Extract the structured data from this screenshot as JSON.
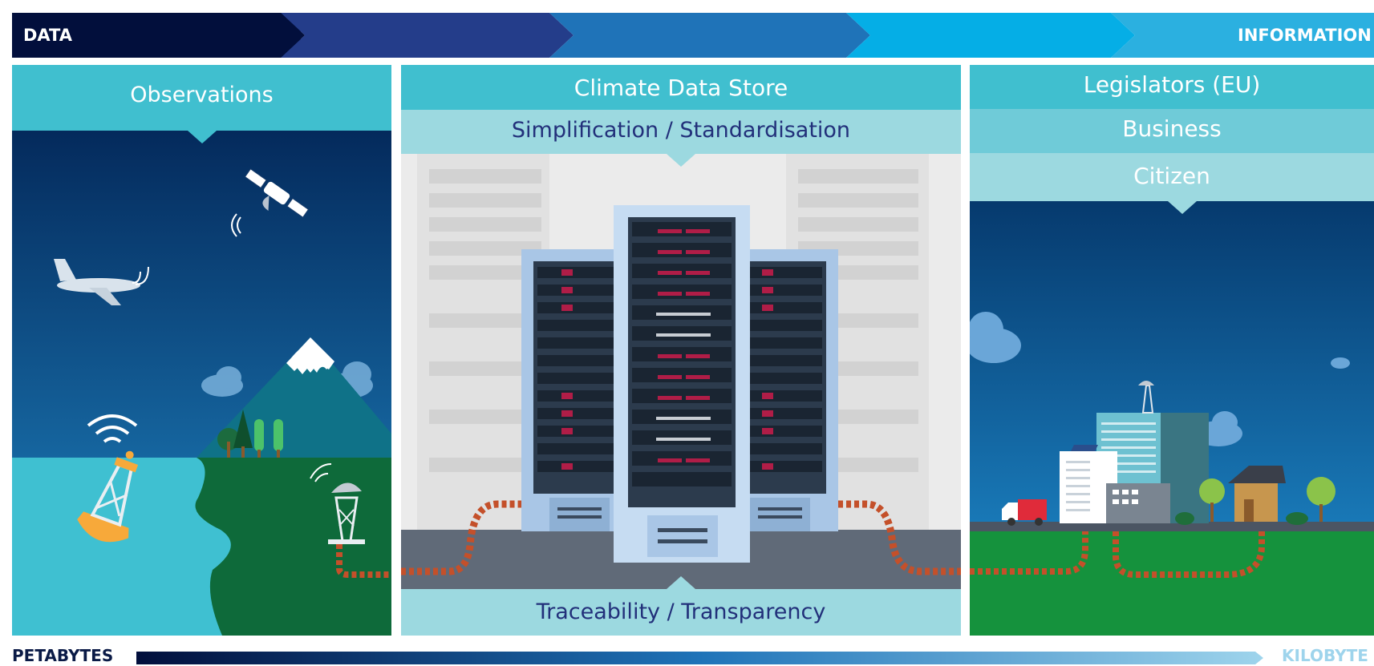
{
  "top_bar": {
    "left_label": "DATA",
    "right_label": "INFORMATION",
    "colors": [
      "#020f3c",
      "#243d8a",
      "#1f73b8",
      "#05aee6",
      "#2bb0e0"
    ]
  },
  "observations_panel": {
    "title": "Observations"
  },
  "cds_panel": {
    "title": "Climate Data Store",
    "subtitle": "Simplification / Standardisation",
    "footer": "Traceability / Transparency"
  },
  "users_panel": {
    "rows": [
      "Legislators (EU)",
      "Business",
      "Citizen"
    ]
  },
  "bottom_bar": {
    "left_label": "PETABYTES",
    "right_label": "KILOBYTE"
  },
  "icons": [
    "satellite-icon",
    "airplane-icon",
    "buoy-icon",
    "weather-station-icon",
    "mountain-icon",
    "server-rack-icon",
    "city-icon",
    "truck-icon",
    "house-icon"
  ]
}
